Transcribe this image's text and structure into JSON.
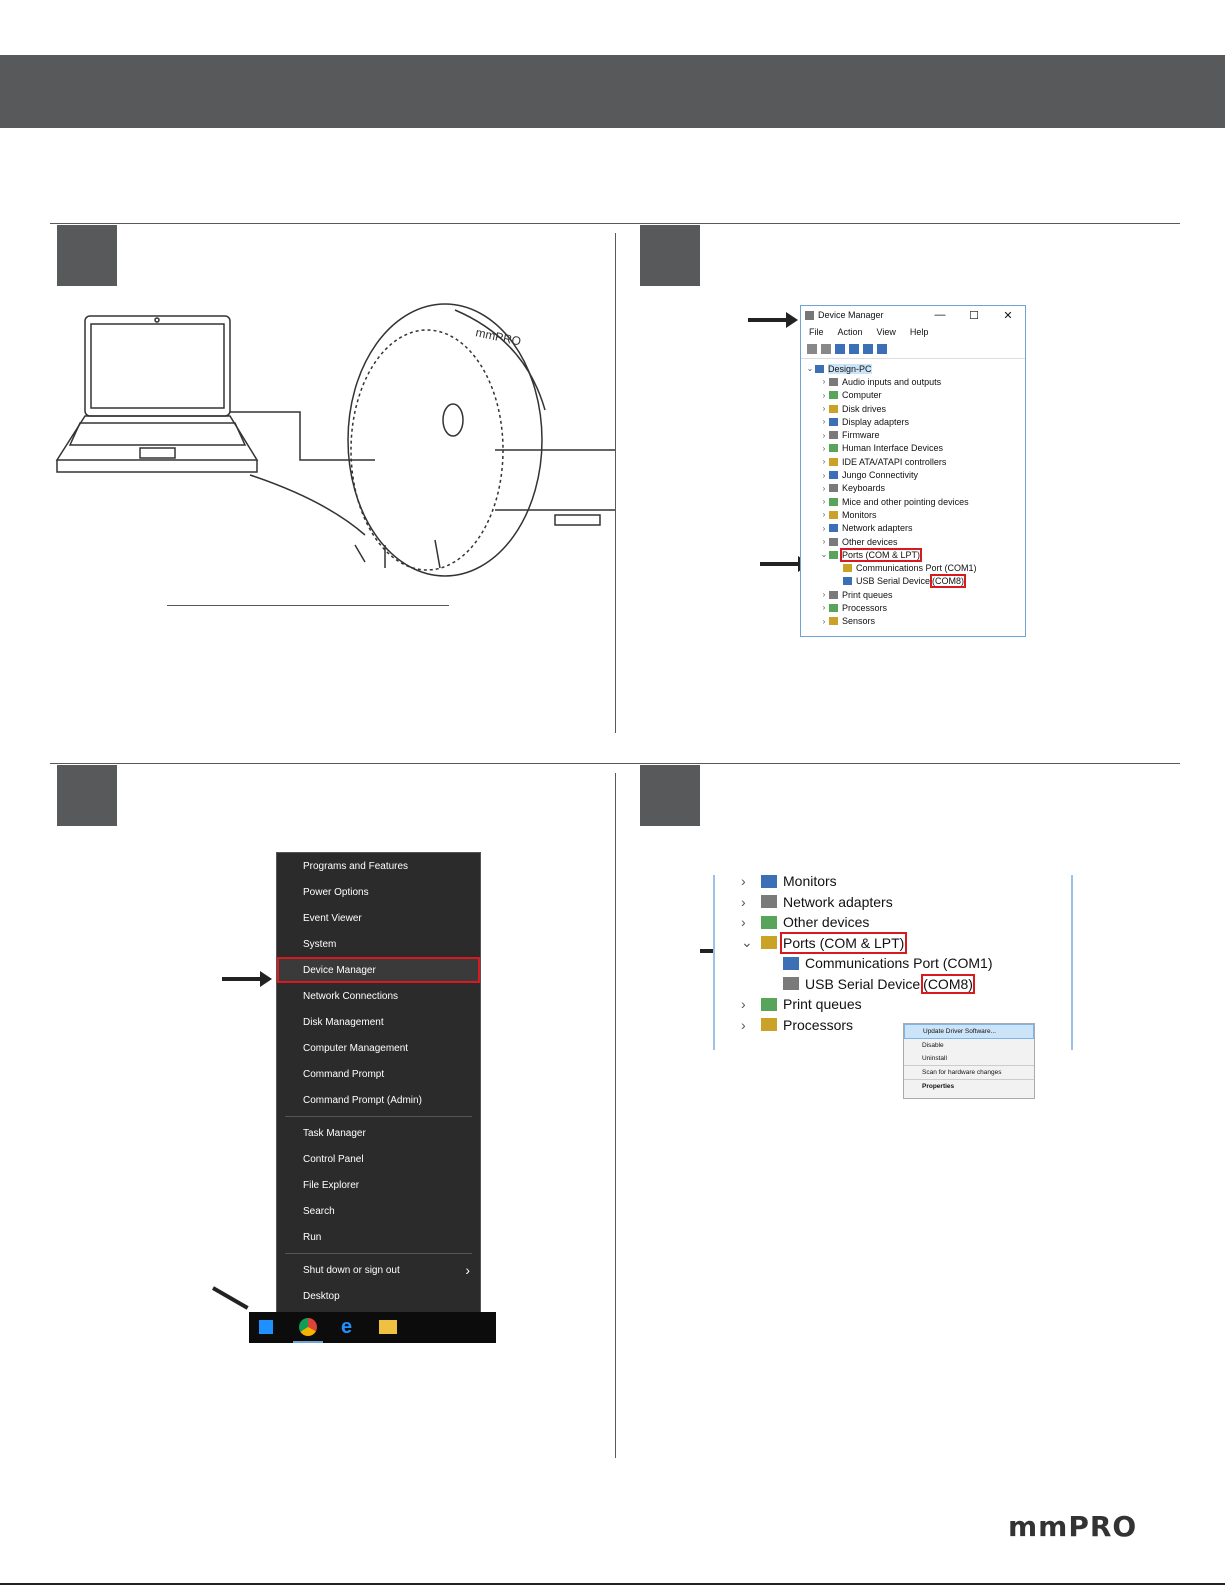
{
  "device_manager": {
    "title": "Device Manager",
    "controls": [
      "—",
      "☐",
      "✕"
    ],
    "menu": [
      "File",
      "Action",
      "View",
      "Help"
    ],
    "tree": [
      {
        "label": "Design-PC",
        "chev": "⌄",
        "indent": 0
      },
      {
        "label": "Audio inputs and outputs",
        "chev": "›",
        "indent": 1
      },
      {
        "label": "Computer",
        "chev": "›",
        "indent": 1
      },
      {
        "label": "Disk drives",
        "chev": "›",
        "indent": 1
      },
      {
        "label": "Display adapters",
        "chev": "›",
        "indent": 1
      },
      {
        "label": "Firmware",
        "chev": "›",
        "indent": 1
      },
      {
        "label": "Human Interface Devices",
        "chev": "›",
        "indent": 1
      },
      {
        "label": "IDE ATA/ATAPI controllers",
        "chev": "›",
        "indent": 1
      },
      {
        "label": "Jungo Connectivity",
        "chev": "›",
        "indent": 1
      },
      {
        "label": "Keyboards",
        "chev": "›",
        "indent": 1
      },
      {
        "label": "Mice and other pointing devices",
        "chev": "›",
        "indent": 1
      },
      {
        "label": "Monitors",
        "chev": "›",
        "indent": 1
      },
      {
        "label": "Network adapters",
        "chev": "›",
        "indent": 1
      },
      {
        "label": "Other devices",
        "chev": "›",
        "indent": 1
      },
      {
        "label": "Ports (COM & LPT)",
        "chev": "⌄",
        "indent": 1,
        "highlight": true
      },
      {
        "label": "Communications Port (COM1)",
        "chev": "",
        "indent": 2
      },
      {
        "label": "USB Serial Device",
        "suffix": "(COM8)",
        "chev": "",
        "indent": 2
      },
      {
        "label": "Print queues",
        "chev": "›",
        "indent": 1
      },
      {
        "label": "Processors",
        "chev": "›",
        "indent": 1
      },
      {
        "label": "Sensors",
        "chev": "›",
        "indent": 1
      }
    ]
  },
  "winx_menu": {
    "groups": [
      [
        "Programs and Features",
        "Power Options",
        "Event Viewer",
        "System",
        "Device Manager",
        "Network Connections",
        "Disk Management",
        "Computer Management",
        "Command Prompt",
        "Command Prompt (Admin)"
      ],
      [
        "Task Manager",
        "Control Panel",
        "File Explorer",
        "Search",
        "Run"
      ],
      [
        "Shut down or sign out",
        "Desktop"
      ]
    ],
    "highlighted": "Device Manager",
    "submenu_item": "Shut down or sign out",
    "submenu_glyph": "›"
  },
  "zoom_tree": [
    {
      "label": "Monitors",
      "chev": "›",
      "indent": 0
    },
    {
      "label": "Network adapters",
      "chev": "›",
      "indent": 0
    },
    {
      "label": "Other devices",
      "chev": "›",
      "indent": 0
    },
    {
      "label": "Ports (COM & LPT)",
      "chev": "⌄",
      "indent": 0,
      "highlight": true
    },
    {
      "label": "Communications Port (COM1)",
      "chev": "",
      "indent": 1
    },
    {
      "label": "USB Serial Device",
      "suffix": "(COM8)",
      "chev": "",
      "indent": 1
    },
    {
      "label": "Print queues",
      "chev": "›",
      "indent": 0
    },
    {
      "label": "Processors",
      "chev": "›",
      "indent": 0
    }
  ],
  "context_menu": {
    "items": [
      "Update Driver Software...",
      "Disable",
      "Uninstall",
      "Scan for hardware changes",
      "Properties"
    ]
  },
  "logo": {
    "text": "mmPRO"
  },
  "colors": {
    "header": "#58595b",
    "highlight": "#d71920",
    "menu_bg": "#2b2b2b"
  }
}
